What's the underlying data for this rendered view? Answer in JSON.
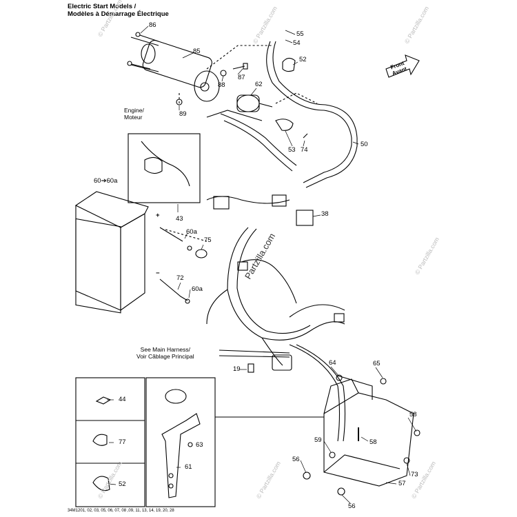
{
  "title": {
    "line1": "Electric Start Models /",
    "line2": "Modèles à Démarrage Électrique"
  },
  "notes": {
    "engine": "Engine/",
    "engine2": "Moteur",
    "harness": "See Main Harness/",
    "harness2": "Voir Câblage Principal",
    "battery_ref": "60➔60a",
    "plus": "+",
    "minus": "−"
  },
  "front": {
    "line1": "Front",
    "line2": "Avant"
  },
  "callouts": {
    "c86": "86",
    "c85": "85",
    "c88": "88",
    "c87": "87",
    "c89": "89",
    "c55": "55",
    "c54": "54",
    "c52a": "52",
    "c62": "62",
    "c53": "53",
    "c74": "74",
    "c50": "50",
    "c43": "43",
    "c38": "38",
    "c60a1": "60a",
    "c75": "75",
    "c72": "72",
    "c60a2": "60a",
    "c19": "19",
    "c64": "64",
    "c65": "65",
    "c44": "44",
    "c77": "77",
    "c52b": "52",
    "c63": "63",
    "c61": "61",
    "c58a": "58",
    "c58b": "58",
    "c59": "59",
    "c56a": "56",
    "c73": "73",
    "c57": "57",
    "c56b": "56"
  },
  "footer": "34M1201, 02, 03, 05, 06, 07, 08 ,09, 11, 13, 14, 19, 20, 28",
  "watermark": "© Partzilla.com",
  "brand": "Partzilla.com"
}
